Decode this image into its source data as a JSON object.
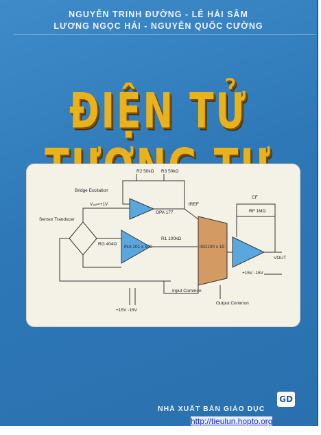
{
  "authors": {
    "line1": "NGUYỄN TRINH ĐƯỜNG - LÊ HẢI SÂM",
    "line2": "LƯƠNG NGỌC HẢI - NGUYỄN QUỐC CƯỜNG"
  },
  "title": "ĐIỆN TỬ TƯƠNG TỰ",
  "circuit": {
    "bridge_excitation": "Bridge Excitation",
    "vref": "Vₑₓₜ=+1V",
    "sensor": "Sensor Tranducer",
    "r2": "R2 50kΩ",
    "r3": "R3 50kΩ",
    "opa": "OPA 177",
    "ina": "INA 101 x 100",
    "rg": "RG 404Ω",
    "r1": "R1 100kΩ",
    "iso": "ISO100 x 10",
    "cf": "CF",
    "rf": "RF 1MΩ",
    "vout": "VOUT",
    "supply_right": "+15V  -15V",
    "supply_left": "+15V  -15V",
    "input_common": "Input Common",
    "output_common": "Output Common",
    "iref": "IREF"
  },
  "publisher": "NHÀ XUẤT BẢN GIÁO DỤC",
  "logo": "GD",
  "url": "http://tieulun.hopto.org"
}
